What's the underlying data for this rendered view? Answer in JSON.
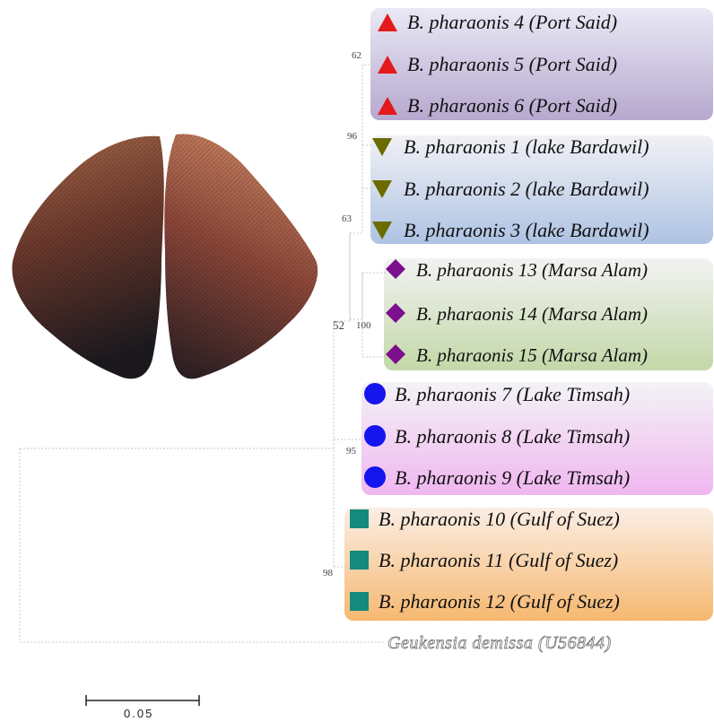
{
  "colors": {
    "port_said": "#e41a1c",
    "bardawil": "#6b6b00",
    "marsa_alam": "#7b0f8c",
    "timsah": "#1515ee",
    "suez": "#138a7c"
  },
  "groups": [
    {
      "id": "port",
      "marker": "triangle-up-icon",
      "taxa": [
        "B. pharaonis 4 (Port Said)",
        "B. pharaonis 5 (Port Said)",
        "B. pharaonis 6 (Port Said)"
      ]
    },
    {
      "id": "bard",
      "marker": "triangle-down-icon",
      "taxa": [
        "B. pharaonis 1 (lake Bardawil)",
        "B. pharaonis 2 (lake Bardawil)",
        "B. pharaonis 3 (lake Bardawil)"
      ]
    },
    {
      "id": "marsa",
      "marker": "diamond-icon",
      "taxa": [
        "B. pharaonis 13 (Marsa Alam)",
        "B. pharaonis 14 (Marsa Alam)",
        "B. pharaonis 15 (Marsa Alam)"
      ]
    },
    {
      "id": "timsah",
      "marker": "circle-icon",
      "taxa": [
        "B. pharaonis 7 (Lake Timsah)",
        "B. pharaonis 8 (Lake Timsah)",
        "B. pharaonis 9 (Lake Timsah)"
      ]
    },
    {
      "id": "suez",
      "marker": "square-icon",
      "taxa": [
        "B. pharaonis 10 (Gulf of Suez)",
        "B. pharaonis 11 (Gulf of Suez)",
        "B. pharaonis 12 (Gulf of Suez)"
      ]
    }
  ],
  "outgroup": "Geukensia demissa (U56844)",
  "support": {
    "s62": "62",
    "s96": "96",
    "s63": "63",
    "s52": "52",
    "s100": "100",
    "s95": "95",
    "s98": "98"
  },
  "scale_bar": {
    "label": "0.05"
  }
}
